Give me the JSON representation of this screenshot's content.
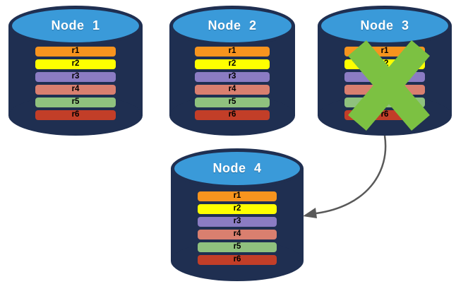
{
  "nodes": [
    {
      "title": "Node 1",
      "status": "active",
      "rows": [
        {
          "label": "r1",
          "color": "#F7941E"
        },
        {
          "label": "r2",
          "color": "#FEFF00"
        },
        {
          "label": "r3",
          "color": "#8B7CC3"
        },
        {
          "label": "r4",
          "color": "#D97F6F"
        },
        {
          "label": "r5",
          "color": "#8FC17E"
        },
        {
          "label": "r6",
          "color": "#C23E28"
        }
      ]
    },
    {
      "title": "Node 2",
      "status": "active",
      "rows": [
        {
          "label": "r1",
          "color": "#F7941E"
        },
        {
          "label": "r2",
          "color": "#FEFF00"
        },
        {
          "label": "r3",
          "color": "#8B7CC3"
        },
        {
          "label": "r4",
          "color": "#D97F6F"
        },
        {
          "label": "r5",
          "color": "#8FC17E"
        },
        {
          "label": "r6",
          "color": "#C23E28"
        }
      ]
    },
    {
      "title": "Node 3",
      "status": "failed",
      "rows": [
        {
          "label": "r1",
          "color": "#F7941E"
        },
        {
          "label": "r2",
          "color": "#FEFF00"
        },
        {
          "label": "r3",
          "color": "#8B7CC3"
        },
        {
          "label": "r4",
          "color": "#D97F6F"
        },
        {
          "label": "r5",
          "color": "#8FC17E"
        },
        {
          "label": "r6",
          "color": "#C23E28"
        }
      ]
    },
    {
      "title": "Node 4",
      "status": "active",
      "rows": [
        {
          "label": "r1",
          "color": "#F7941E"
        },
        {
          "label": "r2",
          "color": "#FEFF00"
        },
        {
          "label": "r3",
          "color": "#8B7CC3"
        },
        {
          "label": "r4",
          "color": "#D97F6F"
        },
        {
          "label": "r5",
          "color": "#8FC17E"
        },
        {
          "label": "r6",
          "color": "#C23E28"
        }
      ]
    }
  ],
  "failure": {
    "node": "Node 3",
    "icon": "x-icon",
    "color": "#7CC142"
  },
  "arrow": {
    "from": "Node 3",
    "to": "Node 4",
    "color": "#595959"
  },
  "colors": {
    "cylinder_body": "#1F2F51",
    "cylinder_top": "#3A9AD9",
    "title_text": "#FFFFFF",
    "row_text": "#000000",
    "background": "#FFFFFF"
  }
}
